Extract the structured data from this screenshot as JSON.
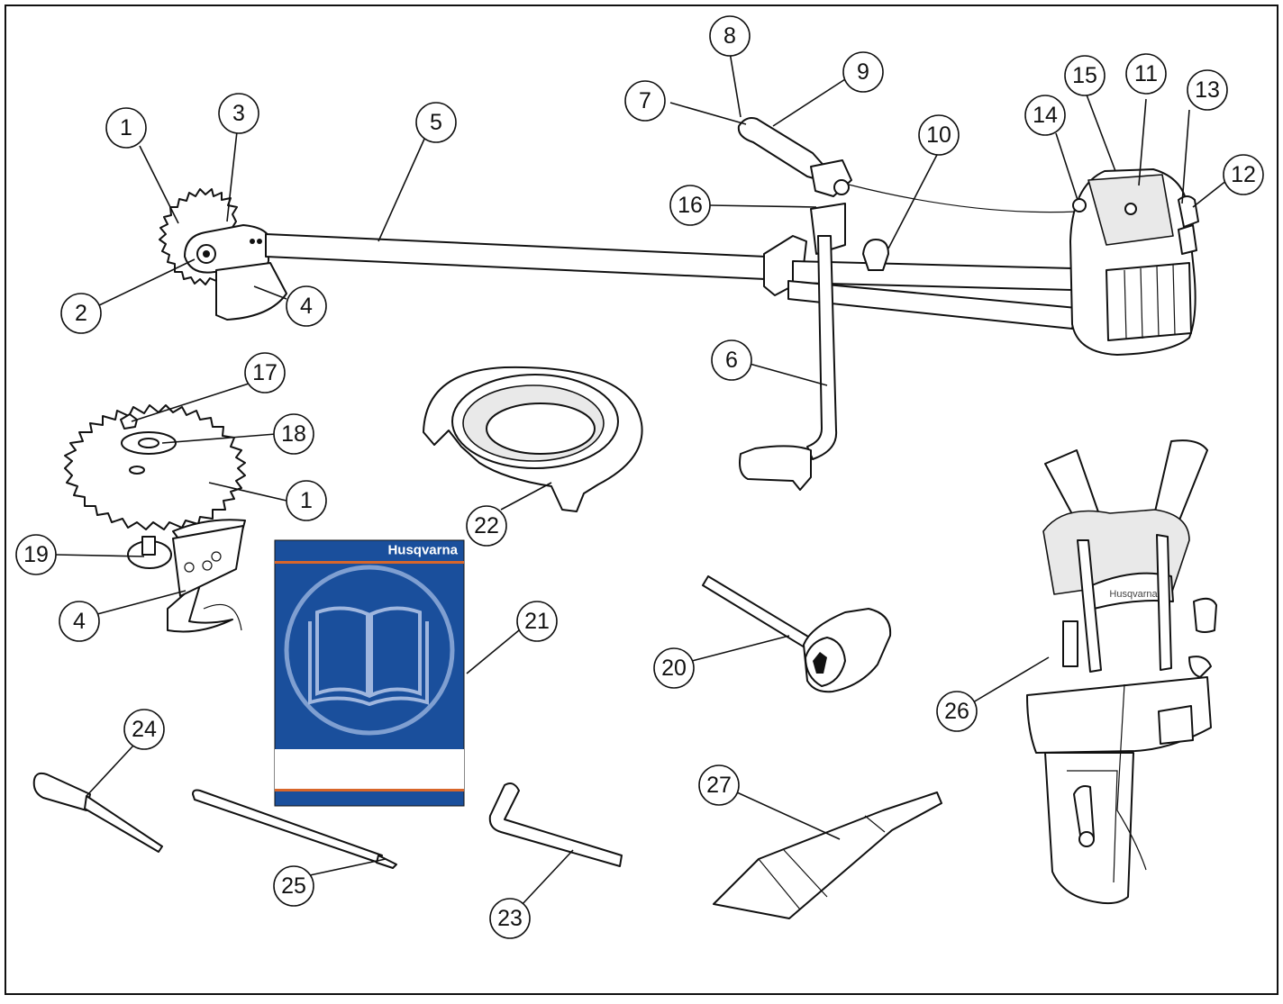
{
  "manual": {
    "brand": "Husqvarna",
    "colors": {
      "cover_blue": "#1a4f9c",
      "cover_stripe": "#d8662a",
      "cover_circle": "#7f9fd1",
      "ink": "#111111"
    }
  },
  "harness": {
    "brand": "Husqvarna"
  },
  "callouts": [
    {
      "id": "c1a",
      "label": "1"
    },
    {
      "id": "c2",
      "label": "2"
    },
    {
      "id": "c3",
      "label": "3"
    },
    {
      "id": "c4a",
      "label": "4"
    },
    {
      "id": "c5",
      "label": "5"
    },
    {
      "id": "c6",
      "label": "6"
    },
    {
      "id": "c7",
      "label": "7"
    },
    {
      "id": "c8",
      "label": "8"
    },
    {
      "id": "c9",
      "label": "9"
    },
    {
      "id": "c10",
      "label": "10"
    },
    {
      "id": "c11",
      "label": "11"
    },
    {
      "id": "c12",
      "label": "12"
    },
    {
      "id": "c13",
      "label": "13"
    },
    {
      "id": "c14",
      "label": "14"
    },
    {
      "id": "c15",
      "label": "15"
    },
    {
      "id": "c16",
      "label": "16"
    },
    {
      "id": "c17",
      "label": "17"
    },
    {
      "id": "c18",
      "label": "18"
    },
    {
      "id": "c1b",
      "label": "1"
    },
    {
      "id": "c19",
      "label": "19"
    },
    {
      "id": "c4b",
      "label": "4"
    },
    {
      "id": "c22",
      "label": "22"
    },
    {
      "id": "c21",
      "label": "21"
    },
    {
      "id": "c20",
      "label": "20"
    },
    {
      "id": "c26",
      "label": "26"
    },
    {
      "id": "c24",
      "label": "24"
    },
    {
      "id": "c25",
      "label": "25"
    },
    {
      "id": "c23",
      "label": "23"
    },
    {
      "id": "c27",
      "label": "27"
    }
  ]
}
